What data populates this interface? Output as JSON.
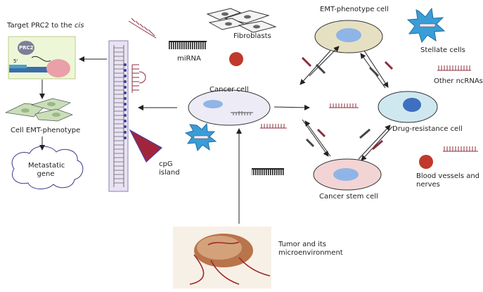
{
  "labels": {
    "target_prc2": "Target PRC2 to the",
    "target_prc2_italic": "cis",
    "prc2": "PRC2",
    "five_prime": "5'",
    "cell_emt_phenotype": "Cell EMT-phenotype",
    "metastatic_gene": "Metastatic\ngene",
    "fibroblasts": "Fibroblasts",
    "mirna": "miRNA",
    "emt_phenotype_cell": "EMT-phenotype cell",
    "stellate_cells": "Stellate cells",
    "other_ncrnas": "Other ncRNAs",
    "cancer_cell": "Cancer cell",
    "drug_resistance_cell": "Drug-resistance cell",
    "cancer_stem_cell": "Cancer stem cell",
    "blood_vessels": "Blood vessels and\nnerves",
    "cpg_island": "cpG\nisland",
    "tumor": "Tumor and its\nmicroenvironment"
  },
  "colors": {
    "emt_cell": "#e6e0c2",
    "drug_cell": "#cfe8f0",
    "stem_cell": "#f3d4d4",
    "cancer_cell": "#ecebf6",
    "nucleus": "#8fb5e6",
    "stellate": "#3a9dd8",
    "red_dot": "#c0392b",
    "ncrna": "#8c2d3c",
    "dna_strip": "#e9e2f4"
  }
}
